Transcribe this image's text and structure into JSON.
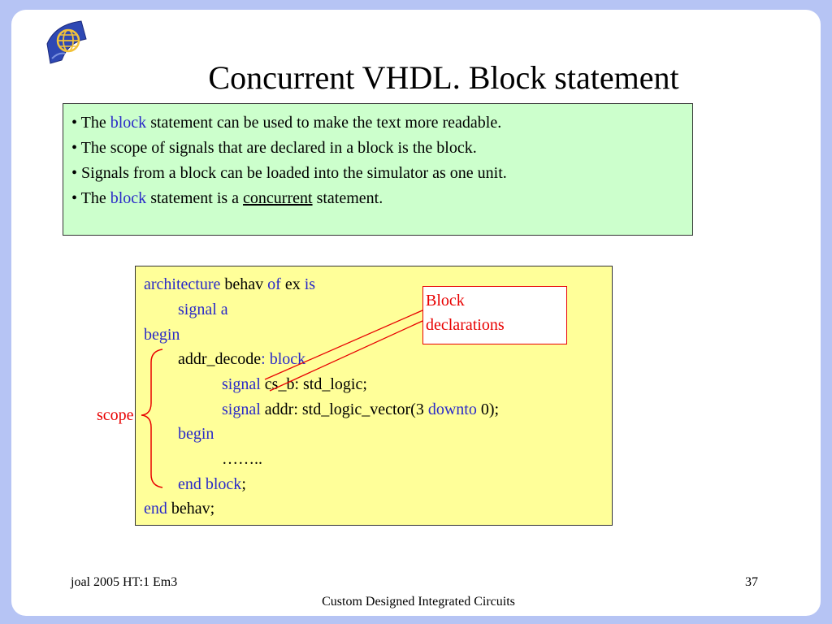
{
  "title": "Concurrent VHDL. Block statement",
  "bullets": [
    {
      "bullet": "•",
      "pre": "The ",
      "kw": "block",
      "post": " statement can be used to make the text more readable."
    },
    {
      "bullet": "•",
      "text": "The scope of signals that are declared in a block is the block."
    },
    {
      "bullet": "•",
      "text": "Signals from a block can be loaded into the simulator as one unit."
    },
    {
      "bullet": "•",
      "pre": "The ",
      "kw": "block",
      "mid": " statement is a ",
      "underlined": "concurrent",
      "post": " statement."
    }
  ],
  "code": {
    "line1": {
      "kw1": "architecture",
      "t1": " behav ",
      "kw2": "of",
      "t2": " ex ",
      "kw3": "is"
    },
    "line2": {
      "kw": "signal a"
    },
    "line3": {
      "kw": "begin"
    },
    "line4": {
      "t": "addr_decode",
      "kw": ": block"
    },
    "line5": {
      "kw": "signal",
      "t": " cs_b: std_logic;"
    },
    "line6": {
      "kw1": "signal",
      "t1": " addr: std_logic_vector(3 ",
      "kw2": "downto",
      "t2": " 0);"
    },
    "line7": {
      "kw": "begin"
    },
    "line8": {
      "t": "…….."
    },
    "line9": {
      "kw": "end block",
      "t": ";"
    },
    "line10": {
      "kw": "end",
      "t": " behav;"
    }
  },
  "annotation": {
    "line1": "Block",
    "line2": "declarations"
  },
  "scope_label": "scope",
  "footer": {
    "left": "joal 2005 HT:1 Em3",
    "page_number": "37",
    "center": "Custom Designed Integrated Circuits"
  },
  "colors": {
    "frame": "#b6c4f4",
    "bullet_box_bg": "#ccffcc",
    "code_box_bg": "#ffff99",
    "keyword": "#2a2ac8",
    "annotation": "#e80000"
  },
  "icons": {
    "logo": "globe-emblem-icon"
  }
}
